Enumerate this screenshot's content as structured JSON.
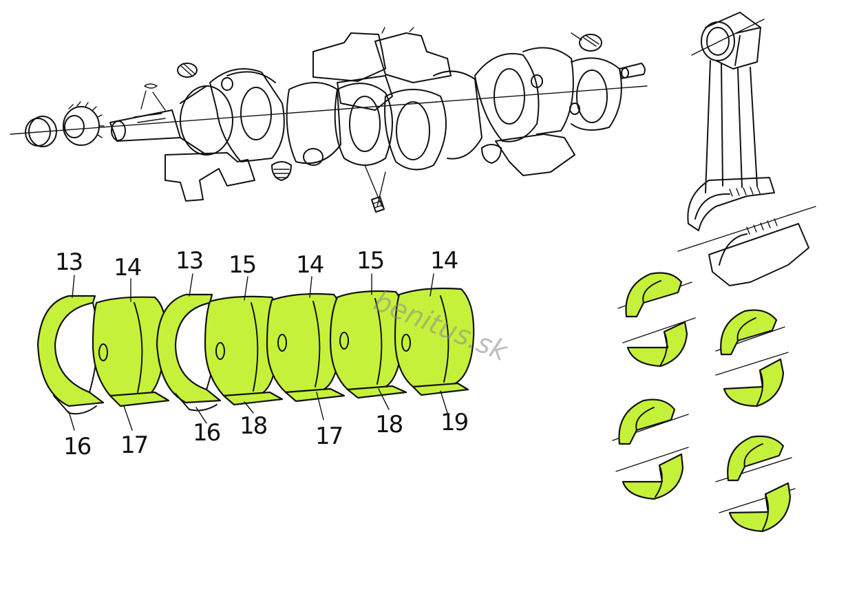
{
  "colors": {
    "bearing_fill": "#c6f13a",
    "line": "#111111",
    "background": "#ffffff",
    "watermark": "#8c8c8c"
  },
  "watermark": "benitus.sk",
  "main_bearing_labels": {
    "top": [
      "13",
      "14",
      "13",
      "15",
      "14",
      "15",
      "14"
    ],
    "bottom": [
      "16",
      "17",
      "16",
      "18",
      "17",
      "18",
      "19"
    ]
  }
}
